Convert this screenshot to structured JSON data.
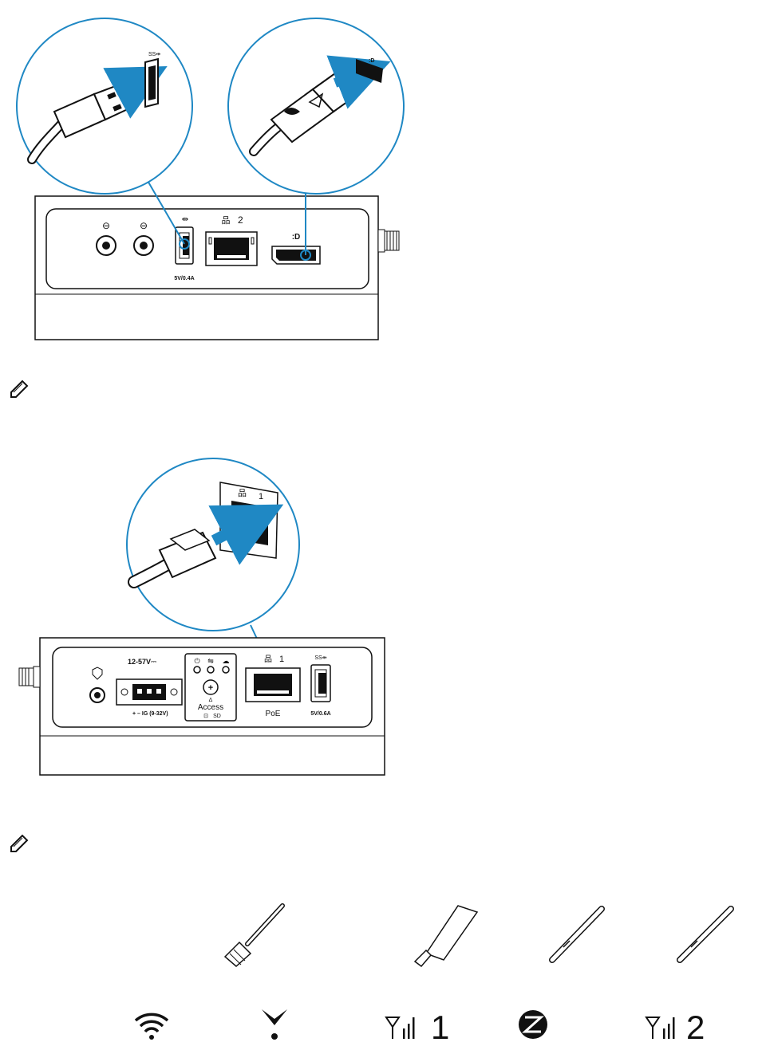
{
  "colors": {
    "callout": "#1f88c4",
    "line": "#111111",
    "panel": "#e6e6e6"
  },
  "top_panel": {
    "usb_rating": "5V/0.4A",
    "ethernet_port_number": "2"
  },
  "bottom_panel": {
    "voltage_label": "12-57V",
    "terminal_label": "+   –   IG (9-32V)",
    "access_label": "Access",
    "sd_label": "SD",
    "ethernet_port_number": "1",
    "poe_label": "PoE",
    "usb_rating": "5V/0.6A"
  },
  "callout_ethernet_port_number": "1",
  "antenna_labels": {
    "cellular_1": "1",
    "cellular_2": "2"
  },
  "icons": [
    "usb-plug-icon",
    "displayport-plug-icon",
    "note-icon",
    "ethernet-plug-icon",
    "wifi-icon",
    "gps-icon",
    "cellular-signal-icon",
    "zigbee-icon"
  ]
}
